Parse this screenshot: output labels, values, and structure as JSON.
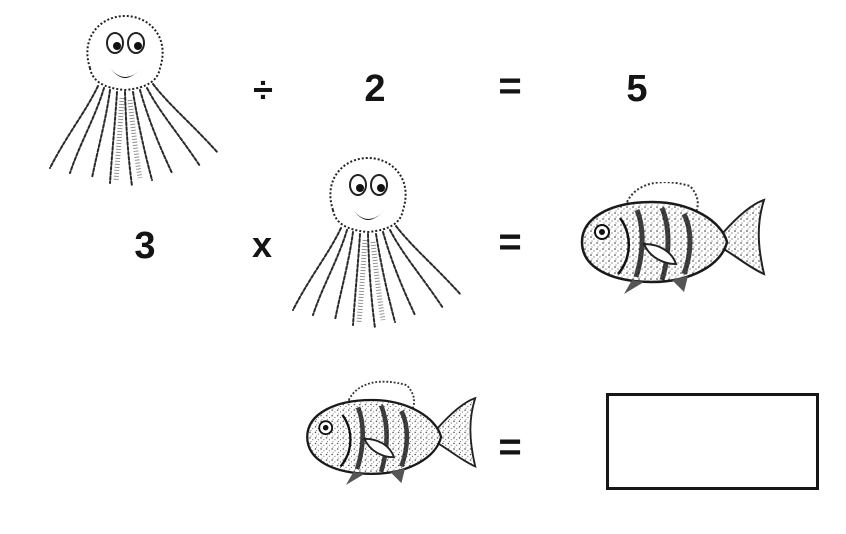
{
  "equations": [
    {
      "left_item": "jellyfish-icon",
      "operator": "÷",
      "operand": "2",
      "equals": "=",
      "result": "5"
    },
    {
      "multiplier": "3",
      "operator": "x",
      "right_item": "jellyfish-icon",
      "equals": "=",
      "result_item": "fish-icon"
    },
    {
      "left_item": "fish-icon",
      "equals": "=",
      "result": ""
    }
  ],
  "colors": {
    "ink": "#141414",
    "background": "#ffffff"
  }
}
